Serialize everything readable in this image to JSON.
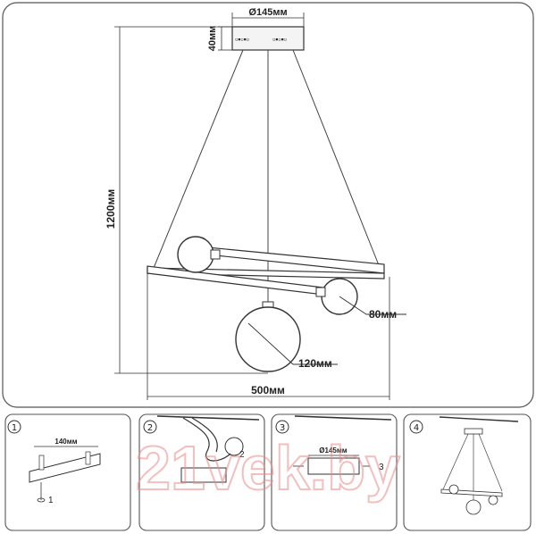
{
  "main": {
    "dim_diameter": "Ø145мм",
    "dim_canopy_height": "40мм",
    "dim_total_height": "1200мм",
    "dim_small_shade": "80мм",
    "dim_large_shade": "120мм",
    "dim_width": "500мм"
  },
  "steps": [
    {
      "number": "1",
      "dim": "140мм",
      "marker": "1"
    },
    {
      "number": "2",
      "marker": "2"
    },
    {
      "number": "3",
      "dim": "Ø145мм",
      "marker": "3"
    },
    {
      "number": "4"
    }
  ],
  "watermark": "21vek.by",
  "colors": {
    "line": "#333333",
    "watermark": "#e88a8a",
    "frame": "#555555"
  }
}
